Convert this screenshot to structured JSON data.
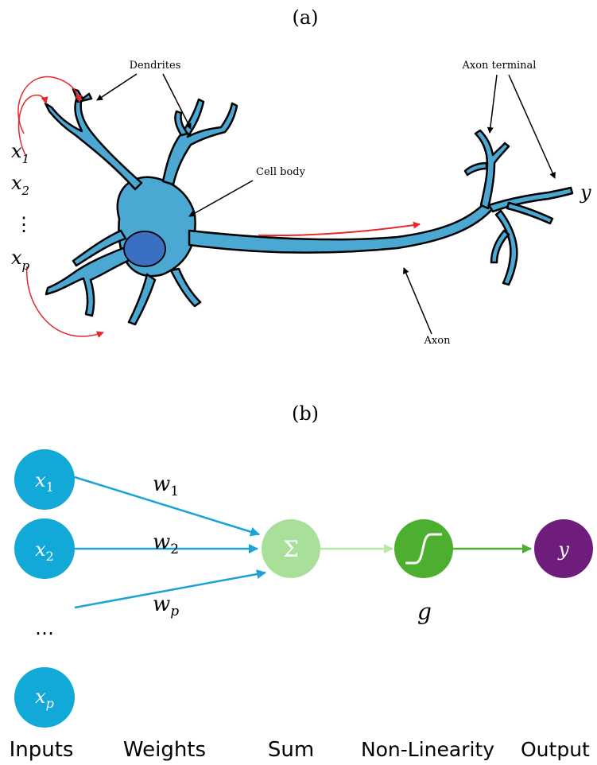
{
  "panel_a": {
    "label": "(a)",
    "annotations": {
      "dendrites": "Dendrites",
      "axon_terminal": "Axon terminal",
      "cell_body": "Cell body",
      "axon": "Axon"
    },
    "inputs": {
      "x1": "x",
      "x1_sub": "1",
      "x2": "x",
      "x2_sub": "2",
      "dots": "⋮",
      "xp": "x",
      "xp_sub": "p"
    },
    "output": "y"
  },
  "panel_b": {
    "label": "(b)",
    "nodes": {
      "x1": {
        "var": "x",
        "sub": "1"
      },
      "x2": {
        "var": "x",
        "sub": "2"
      },
      "xp": {
        "var": "x",
        "sub": "p"
      },
      "ellipsis": "…",
      "sum": "Σ",
      "output": "y"
    },
    "weights": {
      "w1": {
        "var": "w",
        "sub": "1"
      },
      "w2": {
        "var": "w",
        "sub": "2"
      },
      "wp": {
        "var": "w",
        "sub": "p"
      }
    },
    "nonlinearity_symbol": "g",
    "stage_labels": {
      "inputs": "Inputs",
      "weights": "Weights",
      "sum": "Sum",
      "nonlinearity": "Non-Linearity",
      "output": "Output"
    }
  },
  "colors": {
    "neuron_fill": "#4ba8d2",
    "nucleus_fill": "#3a6fc2",
    "input_node": "#12a9d8",
    "input_arrow": "#1aa3d4",
    "sum_node": "#a8e09a",
    "sum_arrow": "#b8e6ab",
    "nonlinearity_node": "#4caf2f",
    "output_node": "#6f1d7c",
    "red_arrow": "#e8262a"
  }
}
